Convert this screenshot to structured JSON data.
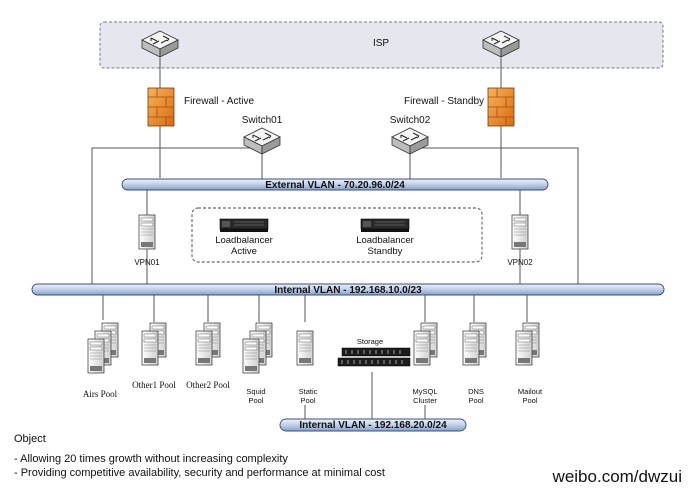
{
  "isp": {
    "label": "ISP"
  },
  "firewalls": {
    "active": {
      "label": "Firewall - Active"
    },
    "standby": {
      "label": "Firewall - Standby"
    }
  },
  "switches": {
    "sw1": {
      "label": "Switch01"
    },
    "sw2": {
      "label": "Switch02"
    }
  },
  "vlans": {
    "external": {
      "label": "External VLAN - 70.20.96.0/24"
    },
    "internal": {
      "label": "Internal VLAN - 192.168.10.0/23"
    },
    "storage": {
      "label": "Internal VLAN - 192.168.20.0/24"
    }
  },
  "vpn": {
    "vpn01": {
      "label": "VPN01"
    },
    "vpn02": {
      "label": "VPN02"
    }
  },
  "loadbalancers": {
    "active": {
      "line1": "Loadbalancer",
      "line2": "Active"
    },
    "standby": {
      "line1": "Loadbalancer",
      "line2": "Standby"
    }
  },
  "pools": {
    "airs": {
      "label": "Airs Pool"
    },
    "other1": {
      "label": "Other1 Pool"
    },
    "other2": {
      "label": "Other2 Pool"
    },
    "squid": {
      "line1": "Squid",
      "line2": "Pool"
    },
    "static": {
      "line1": "Static",
      "line2": "Pool"
    },
    "mysql": {
      "line1": "MySQL",
      "line2": "Cluster"
    },
    "dns": {
      "line1": "DNS",
      "line2": "Pool"
    },
    "mailout": {
      "line1": "Mailout",
      "line2": "Pool"
    }
  },
  "storage": {
    "label": "Storage"
  },
  "object": {
    "title": "Object",
    "items": [
      "- Allowing 20 times growth without increasing complexity",
      "- Providing competitive availability, security and performance at minimal cost"
    ]
  },
  "watermark": "weibo.com/dwzui",
  "colors": {
    "isp_fill": "#e6e6ee",
    "vlan_fill": "#c9d6ec",
    "firewall": "#ea8a2c",
    "router": "#e2e2e2"
  }
}
